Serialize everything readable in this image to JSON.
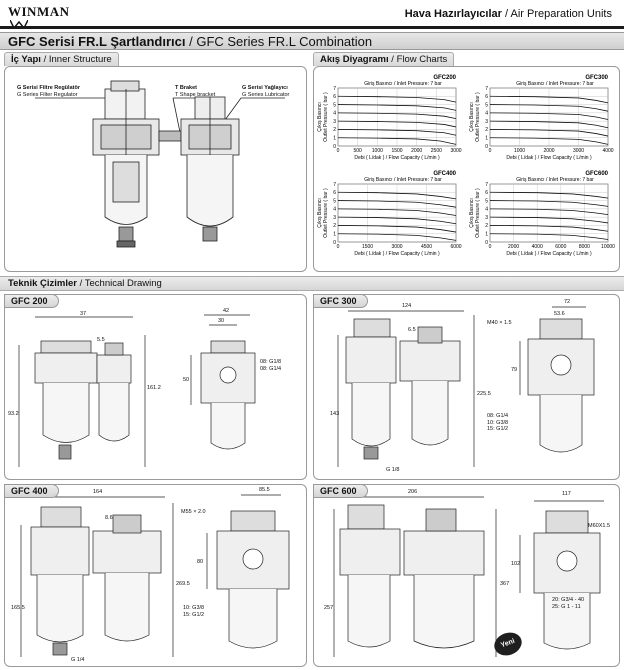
{
  "header": {
    "brand": "WINMAN",
    "title_tr": "Hava Hazırlayıcılar",
    "title_sep": " / ",
    "title_en": "Air Preparation Units"
  },
  "title": {
    "tr": "GFC Serisi FR.L Şartlandırıcı",
    "sep": " / ",
    "en": "GFC Series FR.L Combination"
  },
  "inner": {
    "tab_tr": "İç Yapı",
    "tab_en": "Inner Structure",
    "callouts": [
      {
        "tr": "G Serisi Filtre Regülatör",
        "en": "G Series Filter Regulator"
      },
      {
        "tr": "T Braket",
        "en": "T Shape bracket"
      },
      {
        "tr": "G Serisi Yağlayıcı",
        "en": "G Series Lubricator"
      }
    ]
  },
  "flow": {
    "tab_tr": "Akış Diyagramı",
    "tab_en": "Flow Charts",
    "inlet_label": "Giriş Basıncı / Inlet Pressure: 7 bar",
    "y_label_tr": "Çıkış Basıncı",
    "y_label_en": "Outlet Pressure ( bar )",
    "x_label": "Debi ( L/dak ) / Flow Capacity ( L/min )"
  },
  "tech": {
    "tab_tr": "Teknik Çizimler",
    "tab_en": "Technical Drawing",
    "gfc200": {
      "tab": "GFC 200",
      "dims": [
        "37",
        "42",
        "30",
        "5.5",
        "50",
        "161.2",
        "93.2"
      ],
      "port": [
        "08: G1/8",
        "08: G1/4"
      ]
    },
    "gfc300": {
      "tab": "GFC 300",
      "dims": [
        "124",
        "72",
        "53.6",
        "6.5",
        "143",
        "225.5",
        "79"
      ],
      "thread": "M40 × 1.5",
      "ports": [
        "08: G1/4",
        "10: G3/8",
        "15: G1/2"
      ],
      "bottom": "G 1/8"
    },
    "gfc400": {
      "tab": "GFC 400",
      "dims": [
        "164",
        "85.5",
        "8.6",
        "165.5",
        "269.5",
        "80"
      ],
      "thread": "M55 × 2.0",
      "ports": [
        "10: G3/8",
        "15: G1/2"
      ],
      "bottom": "G 1/4"
    },
    "gfc600": {
      "tab": "GFC 600",
      "dims": [
        "206",
        "117",
        "257",
        "367",
        "102"
      ],
      "thread": "M60X1.5",
      "ports": [
        "20: G3/4 - 40",
        "25: G 1 - 11"
      ],
      "badge": "Yeni"
    }
  },
  "chart_data": [
    {
      "type": "line",
      "title": "GFC200",
      "xlabel": "Debi ( L/dak ) / Flow Capacity ( L/min )",
      "ylabel": "Çıkış Basıncı Outlet Pressure ( bar )",
      "xlim": [
        0,
        3000
      ],
      "ylim": [
        0,
        7
      ],
      "x_ticks": [
        "0",
        "500",
        "1000",
        "1500",
        "2000",
        "2500",
        "3000"
      ],
      "y_ticks": [
        "0",
        "1",
        "2",
        "3",
        "4",
        "5",
        "6",
        "7"
      ],
      "series": [
        {
          "start": 1,
          "x": [
            0,
            1000,
            2000,
            2600,
            3000
          ],
          "values": [
            1,
            0.95,
            0.85,
            0.6,
            0.2
          ]
        },
        {
          "start": 2,
          "x": [
            0,
            1000,
            2000,
            2700,
            3000
          ],
          "values": [
            2,
            1.95,
            1.85,
            1.6,
            1.3
          ]
        },
        {
          "start": 3,
          "x": [
            0,
            1000,
            2000,
            2700,
            3000
          ],
          "values": [
            3,
            2.95,
            2.85,
            2.6,
            2.3
          ]
        },
        {
          "start": 4,
          "x": [
            0,
            1000,
            2000,
            2700,
            3000
          ],
          "values": [
            4,
            3.95,
            3.85,
            3.6,
            3.3
          ]
        },
        {
          "start": 5,
          "x": [
            0,
            1000,
            2000,
            2700,
            3000
          ],
          "values": [
            5,
            4.95,
            4.85,
            4.6,
            4.3
          ]
        },
        {
          "start": 6,
          "x": [
            0,
            1000,
            2000,
            2700,
            3000
          ],
          "values": [
            6,
            5.95,
            5.85,
            5.6,
            5.3
          ]
        }
      ]
    },
    {
      "type": "line",
      "title": "GFC300",
      "xlabel": "Debi ( L/dak ) / Flow Capacity ( L/min )",
      "ylabel": "Çıkış Basıncı Outlet Pressure ( bar )",
      "xlim": [
        0,
        4000
      ],
      "ylim": [
        0,
        7
      ],
      "x_ticks": [
        "0",
        "1000",
        "2000",
        "3000",
        "4000"
      ],
      "y_ticks": [
        "0",
        "1",
        "2",
        "3",
        "4",
        "5",
        "6",
        "7"
      ],
      "series": [
        {
          "start": 1,
          "x": [
            0,
            1500,
            3000,
            3600,
            4000
          ],
          "values": [
            1,
            0.95,
            0.8,
            0.5,
            0.2
          ]
        },
        {
          "start": 2,
          "x": [
            0,
            1500,
            3000,
            3600,
            4000
          ],
          "values": [
            2,
            1.95,
            1.8,
            1.5,
            1.2
          ]
        },
        {
          "start": 3,
          "x": [
            0,
            1500,
            3000,
            3600,
            4000
          ],
          "values": [
            3,
            2.95,
            2.8,
            2.5,
            2.2
          ]
        },
        {
          "start": 4,
          "x": [
            0,
            1500,
            3000,
            3600,
            4000
          ],
          "values": [
            4,
            3.95,
            3.8,
            3.5,
            3.2
          ]
        },
        {
          "start": 5,
          "x": [
            0,
            1500,
            3000,
            3600,
            4000
          ],
          "values": [
            5,
            4.95,
            4.8,
            4.5,
            4.2
          ]
        },
        {
          "start": 6,
          "x": [
            0,
            1500,
            3000,
            3600,
            4000
          ],
          "values": [
            6,
            5.95,
            5.8,
            5.5,
            5.2
          ]
        }
      ]
    },
    {
      "type": "line",
      "title": "GFC400",
      "xlabel": "Debi ( L/dak ) / Flow Capacity ( L/min )",
      "ylabel": "Çıkış Basıncı Outlet Pressure ( bar )",
      "xlim": [
        0,
        6000
      ],
      "ylim": [
        0,
        7
      ],
      "x_ticks": [
        "0",
        "1500",
        "3000",
        "4500",
        "6000"
      ],
      "y_ticks": [
        "0",
        "1",
        "2",
        "3",
        "4",
        "5",
        "6",
        "7"
      ],
      "series": [
        {
          "start": 1,
          "x": [
            0,
            2000,
            4000,
            5200,
            6000
          ],
          "values": [
            1,
            0.95,
            0.8,
            0.5,
            0.2
          ]
        },
        {
          "start": 2,
          "x": [
            0,
            2000,
            4000,
            5200,
            6000
          ],
          "values": [
            2,
            1.95,
            1.8,
            1.5,
            1.2
          ]
        },
        {
          "start": 3,
          "x": [
            0,
            2000,
            4000,
            5200,
            6000
          ],
          "values": [
            3,
            2.95,
            2.8,
            2.5,
            2.2
          ]
        },
        {
          "start": 4,
          "x": [
            0,
            2000,
            4000,
            5200,
            6000
          ],
          "values": [
            4,
            3.95,
            3.8,
            3.5,
            3.2
          ]
        },
        {
          "start": 5,
          "x": [
            0,
            2000,
            4000,
            5200,
            6000
          ],
          "values": [
            5,
            4.95,
            4.8,
            4.5,
            4.2
          ]
        },
        {
          "start": 6,
          "x": [
            0,
            2000,
            4000,
            5200,
            6000
          ],
          "values": [
            6,
            5.95,
            5.8,
            5.5,
            5.2
          ]
        }
      ]
    },
    {
      "type": "line",
      "title": "GFC600",
      "xlabel": "Debi ( L/dak ) / Flow Capacity ( L/min )",
      "ylabel": "Çıkış Basıncı Outlet Pressure ( bar )",
      "xlim": [
        0,
        10000
      ],
      "ylim": [
        0,
        7
      ],
      "x_ticks": [
        "0",
        "2000",
        "4000",
        "6000",
        "8000",
        "10000"
      ],
      "y_ticks": [
        "0",
        "1",
        "2",
        "3",
        "4",
        "5",
        "6",
        "7"
      ],
      "series": [
        {
          "start": 1,
          "x": [
            0,
            4000,
            7000,
            9000,
            10000
          ],
          "values": [
            1,
            0.95,
            0.8,
            0.5,
            0.3
          ]
        },
        {
          "start": 2,
          "x": [
            0,
            4000,
            7000,
            9000,
            10000
          ],
          "values": [
            2,
            1.95,
            1.8,
            1.5,
            1.3
          ]
        },
        {
          "start": 3,
          "x": [
            0,
            4000,
            7000,
            9000,
            10000
          ],
          "values": [
            3,
            2.95,
            2.8,
            2.5,
            2.3
          ]
        },
        {
          "start": 4,
          "x": [
            0,
            4000,
            7000,
            9000,
            10000
          ],
          "values": [
            4,
            3.95,
            3.8,
            3.5,
            3.3
          ]
        },
        {
          "start": 5,
          "x": [
            0,
            4000,
            7000,
            9000,
            10000
          ],
          "values": [
            5,
            4.95,
            4.8,
            4.5,
            4.3
          ]
        },
        {
          "start": 6,
          "x": [
            0,
            4000,
            7000,
            9000,
            10000
          ],
          "values": [
            6,
            5.95,
            5.8,
            5.5,
            5.3
          ]
        }
      ]
    }
  ]
}
